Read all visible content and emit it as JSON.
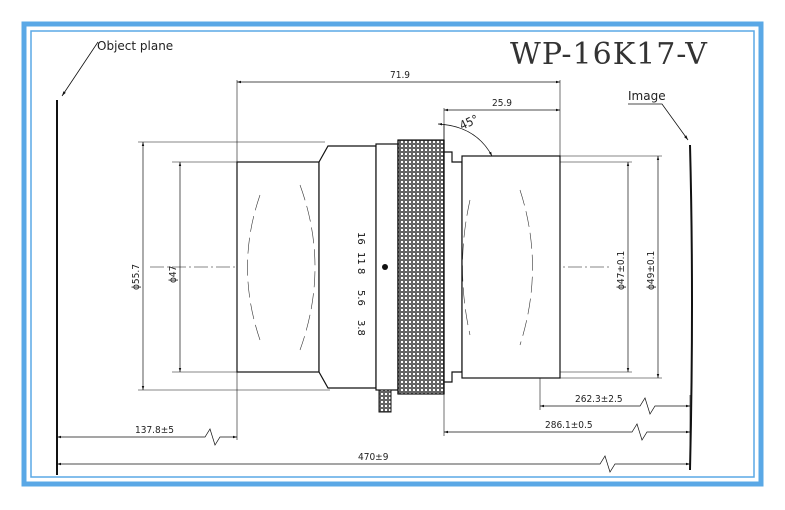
{
  "title": "WP-16K17-V",
  "labels": {
    "object_plane": "Object plane",
    "image": "Image"
  },
  "dimensions": {
    "overall_length": "71.9",
    "rear_length": "25.9",
    "angle": "45°",
    "diameter_outer": "ϕ55.7",
    "diameter_front": "ϕ47",
    "diameter_rear_inner": "ϕ47±0.1",
    "diameter_rear_outer": "ϕ49±0.1",
    "image_distance": "262.3±2.5",
    "object_distance": "137.8±5",
    "flange_to_image": "286.1±0.5",
    "total_distance": "470±9"
  },
  "aperture_scale": [
    "16",
    "11",
    "8",
    "5.6",
    "3.8"
  ],
  "colors": {
    "frame_outer": "#5aa8e6",
    "frame_inner": "#4a90d0",
    "line": "#111111"
  }
}
